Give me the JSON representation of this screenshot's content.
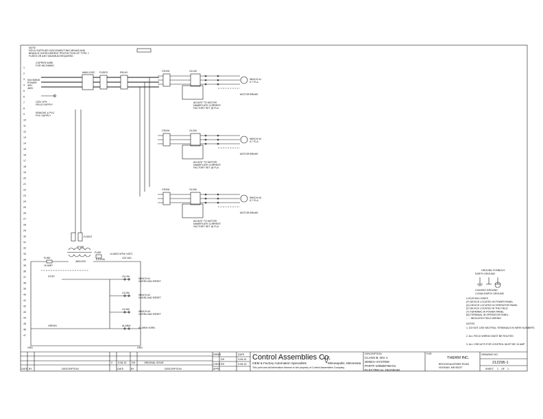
{
  "notes_header": [
    "NOTE",
    "FIELD SUPPLIED DISCONNECTING MEANS AND",
    "BRANCH OVERCURRENT PROTECTION OF TYPE J",
    "FUSES OR ANY MAXIMUM REQUIRED"
  ],
  "incoming": {
    "copper_note": [
      "COPPER WIRE",
      "FOR INCOMING"
    ],
    "power_labels": [
      "INCOMING",
      "POWER",
      "3PH",
      "460V"
    ],
    "single_phase": [
      "120V 1PH",
      "FIELD SUPPLY"
    ],
    "control_note": [
      "REMOVE & PVC",
      "PVC SUPPLY"
    ]
  },
  "component_labels": {
    "main_disc": "MAIN DISC",
    "fuses": "FUSES",
    "relay": "RELAY",
    "transformer": "XFMR",
    "xfmr_fuse": "FUSE",
    "xfmr_fuses": "FUSES",
    "control_fuse": "FUSE",
    "control_fuse_rating": "10 AMP",
    "control_xfmr_kva": "0.5 KVA",
    "xfmr_voltage": "460/120V",
    "grd": "GRD",
    "vac120": "120 VAC",
    "wire_note": "14 AWG MTW 105°C"
  },
  "motors": [
    {
      "contactor": "CR1/M",
      "overload": "OL1/M",
      "label": [
        "WINCH #1",
        "5.7 FLA"
      ],
      "brake": "MOTOR BRAKE",
      "note": [
        "ADJUST TO MOTOR",
        "NAMEPLATE CURRENT",
        "FACTORY SET @ FLA"
      ]
    },
    {
      "contactor": "CR2/M",
      "overload": "OL2/M",
      "label": [
        "WINCH #2",
        "5.7 FLA"
      ],
      "brake": "MOTOR BRAKE",
      "note": [
        "ADJUST TO MOTOR",
        "NAMEPLATE CURRENT",
        "FACTORY SET @ FLA"
      ]
    },
    {
      "contactor": "CR3/M",
      "overload": "OL3/M",
      "label": [
        "WINCH #3",
        "5.7 FLA"
      ],
      "brake": "MOTOR BRAKE",
      "note": [
        "ADJUST TO MOTOR",
        "NAMEPLATE CURRENT",
        "FACTORY SET @ FLA"
      ]
    }
  ],
  "control_rungs": [
    {
      "left": "STOP",
      "contact": "OL1/M",
      "right": [
        "WINCH #1",
        "OVERLOAD RESET"
      ]
    },
    {
      "left": "",
      "contact": "OL2/M",
      "right": [
        "WINCH #2",
        "OVERLOAD RESET"
      ]
    },
    {
      "left": "",
      "contact": "OL3/M",
      "right": [
        "WINCH #3",
        "OVERLOAD RESET"
      ]
    },
    {
      "left": "GREEN",
      "contact": "ALARM",
      "right": [
        "ALARM HORN"
      ]
    }
  ],
  "line_numbers": [
    "1",
    "2",
    "3",
    "4",
    "5",
    "6",
    "7",
    "8",
    "9",
    "10",
    "11",
    "12",
    "13",
    "14",
    "15",
    "16",
    "17",
    "18",
    "19",
    "20",
    "21",
    "22",
    "23",
    "24",
    "25",
    "26",
    "27",
    "28",
    "29",
    "30",
    "31",
    "32",
    "33",
    "34",
    "35",
    "36",
    "37",
    "38",
    "39",
    "40",
    "41",
    "42",
    "43",
    "44",
    "45",
    "46",
    "47"
  ],
  "ground_symbols": {
    "title": "GROUND SYMBOLS",
    "items": [
      "EARTH GROUND",
      "CHASSIS GROUND",
      "CLEAN EARTH GROUND"
    ]
  },
  "legend": {
    "title": "LOCATION CODES",
    "items": [
      "(P) DEVICE LOCATED IN POWER PANEL",
      "(D) DEVICE LOCATED IN OPERATOR PANEL",
      "(F) DEVICE LOCATED IN THE FIELD",
      "(T) TERMINAL IN POWER PANEL",
      "(B) TERMINAL IN OPERATOR PANEL",
      "- - - INDICATES FIELD WIRING"
    ]
  },
  "notes": {
    "title": "NOTES",
    "items": [
      "1. DO NOT USE NEUTRAL TERMINALS IN WIRE NUMBERS",
      "2. ALL FIELD WIRING MUST BE ROUTED",
      "3. ALL CIRCUITS FOR CONTROL MUST BE 10 AMP"
    ]
  },
  "revision_block": {
    "headers": [
      "DATE",
      "BY",
      "DESCRIPTION"
    ],
    "rows": [
      {
        "rev": "0",
        "date": "9-08-15",
        "by": "DH",
        "desc": "ORIGINAL ISSUE"
      }
    ]
  },
  "approval": {
    "drawn_label": "DRWN",
    "date_label": "DATE",
    "drawn": "DH",
    "drawn_date": "9-08-15",
    "checked_label": "CHKD",
    "checked": "RH",
    "checked_date": "9-08-15",
    "appd_label": "APPD"
  },
  "company": {
    "name": "Control Assemblies Co.",
    "tagline": "OEM & Factory Automation Specialists",
    "city": "Minneapolis, Minnesota",
    "disclaimer": "This print and all information thereon is the property of Control Assemblies Company."
  },
  "description": {
    "label": "DESCRIPTION",
    "lines": [
      "CLASS B, DIV 1",
      "WINCH SYSTEM",
      "PART# 100500760-01",
      "ELECTRICAL DIAGRAM"
    ]
  },
  "customer": {
    "label": "FOR",
    "name": "THERM INC.",
    "address": [
      "BROOKDALE/PARK ROAD",
      "NOONAN, MN 55337"
    ]
  },
  "drawing": {
    "label": "DRAWING NO.",
    "number": "212295-1",
    "sheet_label": "SHEET",
    "sheet": "1",
    "of_label": "OF",
    "of": "1"
  }
}
